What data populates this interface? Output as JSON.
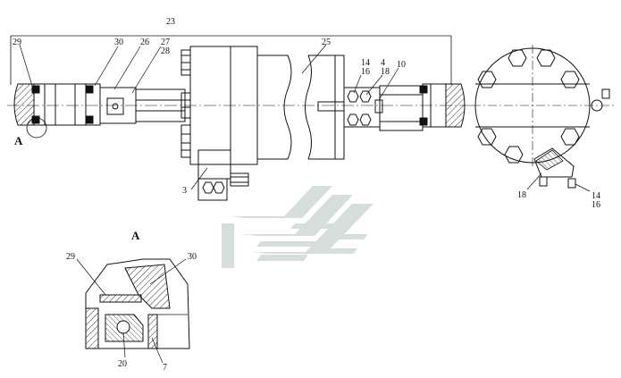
{
  "drawing": {
    "labels": {
      "assembly": "23",
      "seal_outer": "29",
      "seal_ring": "30",
      "housing_left": "26",
      "part_27": "27",
      "part_28": "28",
      "motor": "25",
      "bolt_14": "14",
      "washer_16": "16",
      "part_4": "4",
      "part_18": "18",
      "part_10": "10",
      "bracket": "3",
      "side_18": "18",
      "side_14": "14",
      "side_16": "16"
    },
    "view_marker": "A",
    "detail": {
      "title": "A",
      "labels": {
        "seal_outer": "29",
        "seal_ring": "30",
        "oring": "20",
        "ring_7": "7"
      }
    }
  },
  "colors": {
    "line": "#111111",
    "hatch": "#333333",
    "watermark": "#cfd8d8"
  }
}
